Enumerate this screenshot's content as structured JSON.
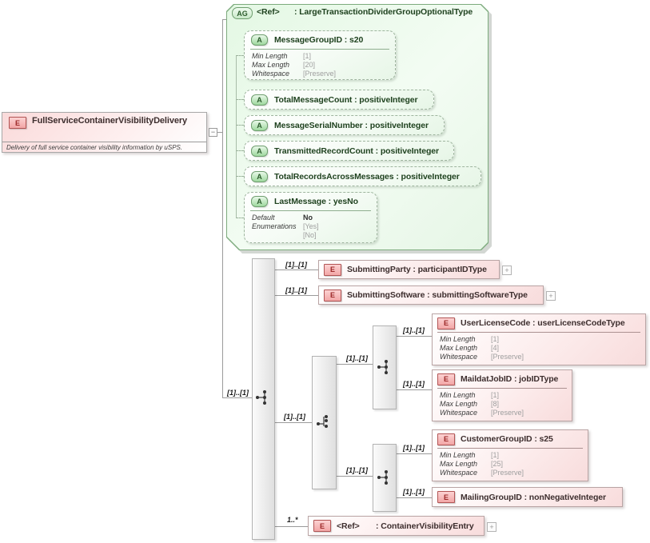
{
  "badges": {
    "element": "E",
    "attribute": "A",
    "attribute_group": "AG"
  },
  "icons": {
    "collapse_glyph": "−",
    "expand_glyph": "+"
  },
  "facet_labels": {
    "min_length": "Min Length",
    "max_length": "Max Length",
    "whitespace": "Whitespace",
    "default": "Default",
    "enumerations": "Enumerations"
  },
  "root": {
    "title": "FullServiceContainerVisibilityDelivery",
    "annotation": "Delivery of full service container visibility information by uSPS."
  },
  "attribute_group": {
    "ref": "<Ref>",
    "type": ": LargeTransactionDividerGroupOptionalType",
    "attributes": [
      {
        "title": "MessageGroupID : s20",
        "min_length": "[1]",
        "max_length": "[20]",
        "whitespace": "[Preserve]"
      },
      {
        "title": "TotalMessageCount : positiveInteger"
      },
      {
        "title": "MessageSerialNumber : positiveInteger"
      },
      {
        "title": "TransmittedRecordCount : positiveInteger"
      },
      {
        "title": "TotalRecordsAcrossMessages : positiveInteger"
      },
      {
        "title": "LastMessage : yesNo",
        "default": "No",
        "enum1": "[Yes]",
        "enum2": "[No]"
      }
    ]
  },
  "elements": {
    "submitting_party": {
      "title": "SubmittingParty : participantIDType"
    },
    "submitting_software": {
      "title": "SubmittingSoftware : submittingSoftwareType"
    },
    "user_license_code": {
      "title": "UserLicenseCode : userLicenseCodeType",
      "min_length": "[1]",
      "max_length": "[4]",
      "whitespace": "[Preserve]"
    },
    "maildat_job_id": {
      "title": "MaildatJobID : jobIDType",
      "min_length": "[1]",
      "max_length": "[8]",
      "whitespace": "[Preserve]"
    },
    "customer_group_id": {
      "title": "CustomerGroupID : s25",
      "min_length": "[1]",
      "max_length": "[25]",
      "whitespace": "[Preserve]"
    },
    "mailing_group_id": {
      "title": "MailingGroupID : nonNegativeInteger"
    },
    "container_visibility_entry": {
      "ref": "<Ref>",
      "type": ": ContainerVisibilityEntry"
    }
  },
  "cardinality": {
    "root_sequence": "[1]..[1]",
    "choice": "[1]..[1]",
    "inner_sequence_top": "[1]..[1]",
    "inner_sequence_bottom": "[1]..[1]",
    "submitting_party": "[1]..[1]",
    "submitting_software": "[1]..[1]",
    "user_license_code": "[1]..[1]",
    "maildat_job_id": "[1]..[1]",
    "customer_group_id": "[1]..[1]",
    "mailing_group_id": "[1]..[1]",
    "container_visibility_entry": "1..*"
  }
}
